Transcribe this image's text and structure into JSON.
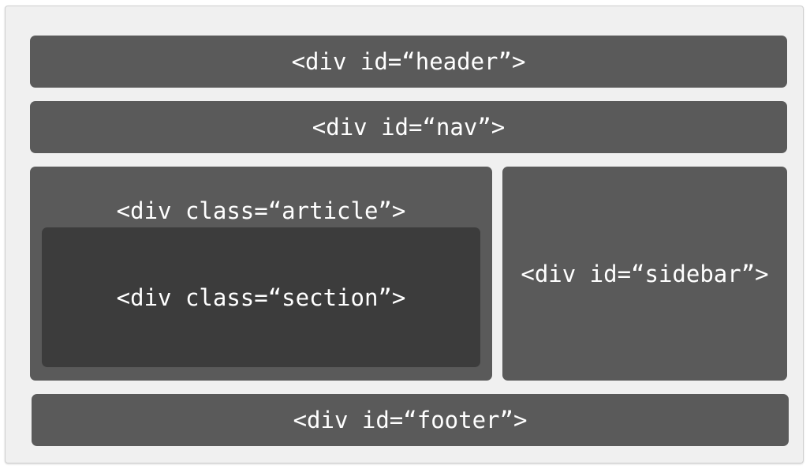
{
  "colors": {
    "background": "#f0f0f0",
    "block": "#5a5a5a",
    "inner_block": "#3c3c3c",
    "text": "#ffffff"
  },
  "blocks": {
    "header": "<div id=“header”>",
    "nav": "<div id=“nav”>",
    "article": "<div class=“article”>",
    "section": "<div class=“section”>",
    "sidebar": "<div id=“sidebar”>",
    "footer": "<div id=“footer”>"
  }
}
